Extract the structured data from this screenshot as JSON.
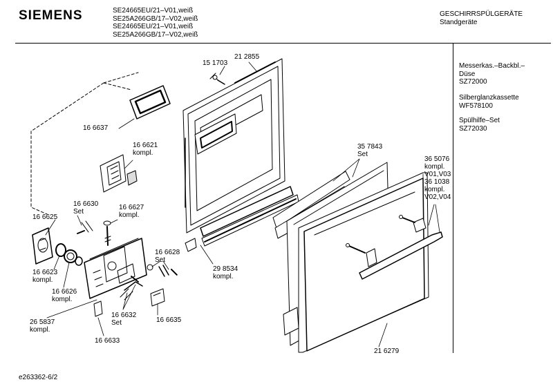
{
  "header": {
    "brand": "SIEMENS",
    "models": [
      "SE24665EU/21–V01,weiß",
      "SE25A266GB/17–V02,weiß",
      "SE24665EU/21–V01,weiß",
      "SE25A266GB/17–V02,weiß"
    ],
    "category_line1": "GESCHIRRSPÜLGERÄTE",
    "category_line2": "Standgeräte"
  },
  "accessories": [
    {
      "name_line1": "Messerkas.–Backbl.–",
      "name_line2": "Düse",
      "code": "SZ72000"
    },
    {
      "name_line1": "Silberglanzkassette",
      "name_line2": "",
      "code": "WF578100"
    },
    {
      "name_line1": "Spülhilfe–Set",
      "name_line2": "",
      "code": "SZ72030"
    }
  ],
  "parts": {
    "p151703": "15 1703",
    "p212855": "21 2855",
    "p166637": "16 6637",
    "p166621": "16 6621",
    "p166621_sub": "kompl.",
    "p357843": "35 7843",
    "p357843_sub": "Set",
    "p365076": "36 5076",
    "p365076_sub1": "kompl.",
    "p365076_sub2": "V01,V03",
    "p361038": "36 1038",
    "p361038_sub1": "kompl.",
    "p361038_sub2": "V02,V04",
    "p166630": "16 6630",
    "p166630_sub": "Set",
    "p166627": "16 6627",
    "p166627_sub": "kompl.",
    "p166625": "16 6625",
    "p166623": "16 6623",
    "p166623_sub": "kompl.",
    "p166626": "16 6626",
    "p166626_sub": "kompl.",
    "p166628": "16 6628",
    "p166628_sub": "Set",
    "p298534": "29 8534",
    "p298534_sub": "kompl.",
    "p265837": "26 5837",
    "p265837_sub": "kompl.",
    "p166632": "16 6632",
    "p166632_sub": "Set",
    "p166635": "16 6635",
    "p166633": "16 6633",
    "p216279": "21 6279"
  },
  "footer": {
    "drawing_id": "e263362-6/2"
  }
}
